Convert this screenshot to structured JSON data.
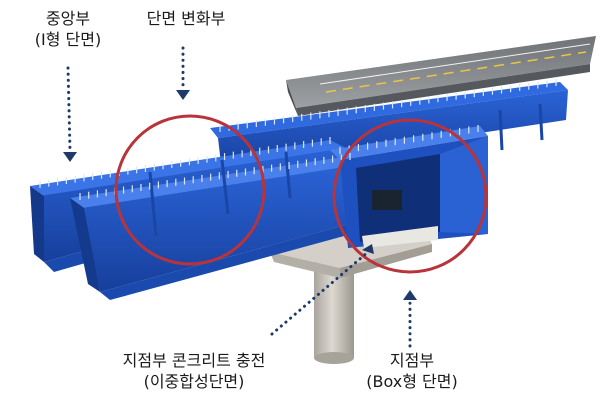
{
  "labels": {
    "center_section": {
      "line1": "중앙부",
      "line2": "(I형 단면)"
    },
    "section_change": {
      "line1": "단면 변화부"
    },
    "support_concrete": {
      "line1": "지점부 콘크리트 충전",
      "line2": "(이중합성단면)"
    },
    "support_box": {
      "line1": "지점부",
      "line2": "(Box형 단면)"
    }
  },
  "colors": {
    "steel": "#1f56c4",
    "steel_dark": "#123a8f",
    "steel_light": "#3f78e0",
    "highlight_circle": "#b8343a",
    "pointer": "#1f3a68",
    "deck": "#8a8d90",
    "road_marking": "#e8c64a",
    "concrete": "#c9c6c0"
  }
}
